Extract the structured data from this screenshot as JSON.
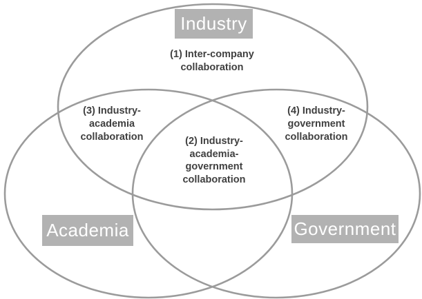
{
  "diagram": {
    "type": "venn",
    "sets": [
      {
        "id": "industry",
        "label": "Industry"
      },
      {
        "id": "academia",
        "label": "Academia"
      },
      {
        "id": "government",
        "label": "Government"
      }
    ],
    "regions": [
      {
        "id": "inter-company",
        "text": "(1) Inter-company\ncollaboration"
      },
      {
        "id": "industry-academia-government",
        "text": "(2) Industry-\nacademia-\ngovernment\ncollaboration"
      },
      {
        "id": "industry-academia",
        "text": "(3) Industry-\nacademia\ncollaboration"
      },
      {
        "id": "industry-government",
        "text": "(4) Industry-\ngovernment\ncollaboration"
      }
    ]
  },
  "colors": {
    "background": "#ffffff",
    "ellipse_stroke": "#9b9b9b",
    "label_box_bg": "#b2b2b2",
    "label_box_text": "#ffffff",
    "region_text": "#404040"
  }
}
